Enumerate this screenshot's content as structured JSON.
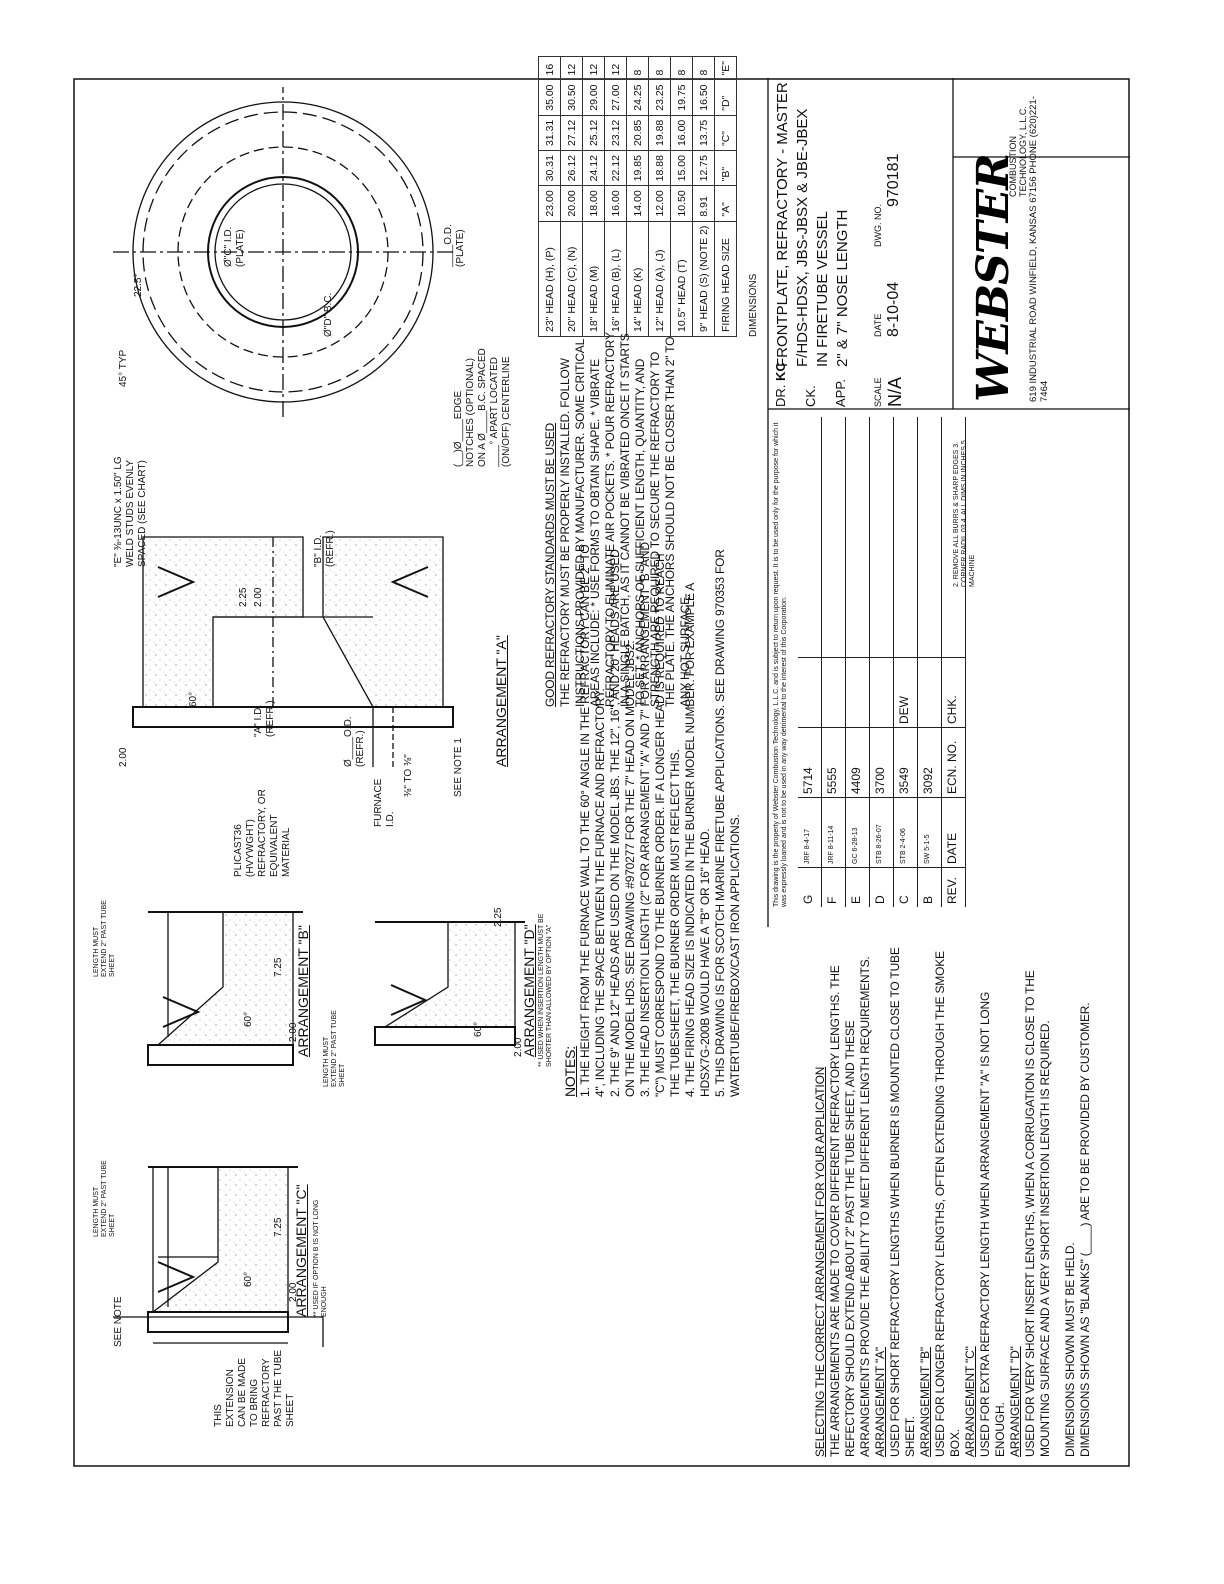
{
  "left_text": {
    "title": "SELECTING THE CORRECT ARRANGEMENT FOR YOUR APPLICATION",
    "intro": "THE ARRANGEMENTS ARE MADE TO COVER DIFFERENT REFRACTORY LENGTHS. THE REFECTORY SHOULD EXTEND ABOUT 2\" PAST THE TUBE SHEET, AND THESE ARRANGEMENTS PROVIDE THE ABILITY TO MEET DIFFERENT LENGTH REQUIREMENTS.",
    "a_head": "ARRANGEMENT \"A\"",
    "a_text": "USED FOR SHORT REFRACTORY LENGTHS WHEN BURNER IS MOUNTED CLOSE TO TUBE SHEET.",
    "b_head": "ARRANGEMENT \"B\"",
    "b_text": "USED FOR LONGER REFRACTORY LENGTHS, OFTEN EXTENDING THROUGH THE SMOKE BOX.",
    "c_head": "ARRANGEMENT \"C\"",
    "c_text": "USED FOR EXTRA REFRACTORY LENGTH WHEN ARRANGEMENT \"A\" IS NOT LONG ENOUGH.",
    "d_head": "ARRANGEMENT \"D\"",
    "d_text": "USED FOR VERY SHORT INSERT LENGTHS, WHEN A CORRUGATION IS CLOSE TO THE MOUNTING SURFACE AND A VERY SHORT INSERTION LENGTH IS REQUIRED.",
    "footer1": "DIMENSIONS SHOWN MUST BE HELD.",
    "footer2": "DIMENSIONS SHOWN AS \"BLANKS\" (____) ARE TO BE PROVIDED BY CUSTOMER."
  },
  "arr_c": {
    "ext_note": "THIS EXTENSION CAN BE MADE TO BRING REFRACTORY PAST THE TUBE SHEET",
    "see_note": "SEE NOTE",
    "length_note": "LENGTH MUST EXTEND 2\" PAST TUBE SHEET",
    "dim_725": "7.25",
    "dim_200": "2.00",
    "angle": "60°",
    "label": "ARRANGEMENT \"C\"",
    "sub": "** USED IF OPTION B IS NOT LONG ENOUGH"
  },
  "arr_b": {
    "length_note_top": "LENGTH MUST EXTEND 2\" PAST TUBE SHEET",
    "length_note_bottom": "LENGTH MUST EXTEND 2\" PAST TUBE SHEET",
    "dim_725": "7.25",
    "dim_200": "2.00",
    "angle": "60°",
    "label": "ARRANGEMENT \"B\""
  },
  "arr_d": {
    "dim_225": "2.25",
    "dim_200": "2.00",
    "angle": "60°",
    "label": "ARRANGEMENT \"D\"",
    "sub": "** USED WHEN INSERTION LENGTH MUST BE SHORTER THAN ALLOWED BY OPTION \"A\""
  },
  "arr_a": {
    "label": "ARRANGEMENT \"A\"",
    "dim_200": "2.00",
    "dim_225": "2.25",
    "dim_200b": "2.00",
    "angle": "60°",
    "weld_note": "\"E\" ⅜-13UNC x 1.50\" LG WELD STUDS EVENLY SPACED (SEE CHART)",
    "aid": "\"A\" I.D. (REFR.)",
    "bid": "\"B\" I.D. (REFR.)",
    "od": "Ø____O.D. (REFR.)",
    "plicast": "PLICAST36 (HVYWGHT) REFRACTORY, OR EQUIVALENT MATERIAL",
    "furnace": "FURNACE I.D.",
    "to": "⅜\" TO ⅜\"",
    "see_note1": "SEE NOTE 1"
  },
  "notes": {
    "title": "NOTES:",
    "n1": "1. THE HEIGHT FROM THE FURNACE WALL TO THE 60° ANGLE IN THE REFRACTORY CAN BE 2\" TO 4\", INCLUDING THE SPACE BETWEEN THE FURNACE AND REFRACTORY.",
    "n2": "2. THE 9\" AND 12\" HEADS ARE USED ON THE MODEL JBS. THE 12\", 16\", AND 20\" HEADS ARE USED ON THE MODEL HDS. SEE DRAWING #970277 FOR THE 7\" HEAD ON MODEL JBS2.",
    "n3": "3. THE HEAD INSERTION LENGTH (2\" FOR ARRANGEMENT \"A\" AND 7\" FOR ARRANGEMENT \"B\" AND \"C\") MUST CORRESPOND TO THE BURNER ORDER. IF A LONGER HEAD IS REQUIRED TO REACH THE TUBESHEET, THE BURNER ORDER MUST REFLECT THIS.",
    "n4": "4. THE FIRING HEAD SIZE IS INDICATED IN THE BURNER MODEL NUMBER. FOR EXAMPLE A HDSX7G-200B WOULD HAVE A \"B\" OR 16\" HEAD.",
    "n5": "5. THIS DRAWING IS FOR SCOTCH MARINE FIRETUBE APPLICATIONS. SEE DRAWING 970353 FOR WATERTUBE/FIREBOX/CAST IRON APPLICATIONS."
  },
  "standards": {
    "title": "GOOD REFRACTORY STANDARDS MUST BE USED",
    "text": "THE REFRACTORY MUST BE PROPERLY INSTALLED. FOLLOW INSTRUCTIONS PROVIDED BY MANUFACTURER. SOME CRITICAL AREAS INCLUDE: * USE FORMS TO OBTAIN SHAPE. * VIBRATE REFRACTORY TO ELIMINATE AIR POCKETS. * POUR REFRACTORY IN A SINGLE BATCH, AS IT CANNOT BE VIBRATED ONCE IT STARTS TO SET. * ANCHORS OF SUFFICIENT LENGTH, QUANTITY, AND STRENGTH ARE REQUIRED TO SECURE THE REFRACTORY TO THE PLATE. THE ANCHORS SHOULD NOT BE CLOSER THAN 2\" TO ANY HOT SURFACE."
  },
  "plate": {
    "notch_note": "(__)Ø____EDGE NOTCHES (OPTIONAL) ON A Ø____B.C. SPACED ____° APART LOCATED (ON/OFF) CENTERLINE",
    "angle45": "45° TYP",
    "angle225": "22.5°",
    "c_id": "Ø\"C\" I.D. (PLATE)",
    "d_bc": "Ø\"D\" B.C.",
    "od": "____O.D. (PLATE)"
  },
  "head_table": {
    "rows": [
      [
        "23\" HEAD (H), (P)",
        "23.00",
        "30.31",
        "31.31",
        "35.00",
        "16"
      ],
      [
        "20\" HEAD (C), (N)",
        "20.00",
        "26.12",
        "27.12",
        "30.50",
        "12"
      ],
      [
        "18\" HEAD (M)",
        "18.00",
        "24.12",
        "25.12",
        "29.00",
        "12"
      ],
      [
        "16\" HEAD (B), (L)",
        "16.00",
        "22.12",
        "23.12",
        "27.00",
        "12"
      ],
      [
        "14\" HEAD (K)",
        "14.00",
        "19.85",
        "20.85",
        "24.25",
        "8"
      ],
      [
        "12\" HEAD (A), (J)",
        "12.00",
        "18.88",
        "19.88",
        "23.25",
        "8"
      ],
      [
        "10.5\" HEAD (T)",
        "10.50",
        "15.00",
        "16.00",
        "19.75",
        "8"
      ],
      [
        "9\" HEAD (S) (NOTE 2)",
        "8.91",
        "12.75",
        "13.75",
        "16.50",
        "8"
      ]
    ],
    "header": [
      "FIRING HEAD SIZE",
      "\"A\"",
      "\"B\"",
      "\"C\"",
      "\"D\"",
      "\"E\""
    ],
    "dimensions": "DIMENSIONS"
  },
  "title_block": {
    "property_note": "This drawing is the property of Webster Combustion Technology, L.L.C. and is subject to return upon request. It is to be used only for the purpose for which it was expressly loaned and is not to be used in any way detrimental to the interest of this Corporation.",
    "revs": [
      [
        "G",
        "JRF 8-4-17",
        "5714",
        ""
      ],
      [
        "F",
        "JRF 8-11-14",
        "5555",
        ""
      ],
      [
        "E",
        "GC 6-28-13",
        "4409",
        ""
      ],
      [
        "D",
        "STB 8-26-07",
        "3700",
        ""
      ],
      [
        "C",
        "STB 2-4-06",
        "3549",
        "DEW"
      ],
      [
        "B",
        "SW 5-1-5",
        "3092",
        ""
      ]
    ],
    "rev_header": [
      "REV.",
      "DATE",
      "ECN. NO.",
      "CHK."
    ],
    "machining": "2. REMOVE ALL BURRS & SHARP EDGES 3. CORNER RADII .03 4. ALL DIMS IN INCHES 5. MACHINE",
    "dr_label": "DR.",
    "dr_val": "KC",
    "ck_label": "CK.",
    "app_label": "APP.",
    "title1": "FRONTPLATE, REFRACTORY - MASTER",
    "title2": "F/HDS-HDSX, JBS-JBSX & JBE-JBEX",
    "title3": "IN FIRETUBE VESSEL",
    "title4": "2\" & 7\" NOSE LENGTH",
    "scale_label": "SCALE",
    "scale_val": "N/A",
    "date_label": "DATE",
    "date_val": "8-10-04",
    "dwg_label": "DWG. NO.",
    "dwg_val": "970181",
    "company": "WEBSTER",
    "company_sub": "COMBUSTION TECHNOLOGY, L.L.C.",
    "address": "619 INDUSTRIAL ROAD  WINFIELD, KANSAS 67156  PHONE (620)221-7464"
  }
}
